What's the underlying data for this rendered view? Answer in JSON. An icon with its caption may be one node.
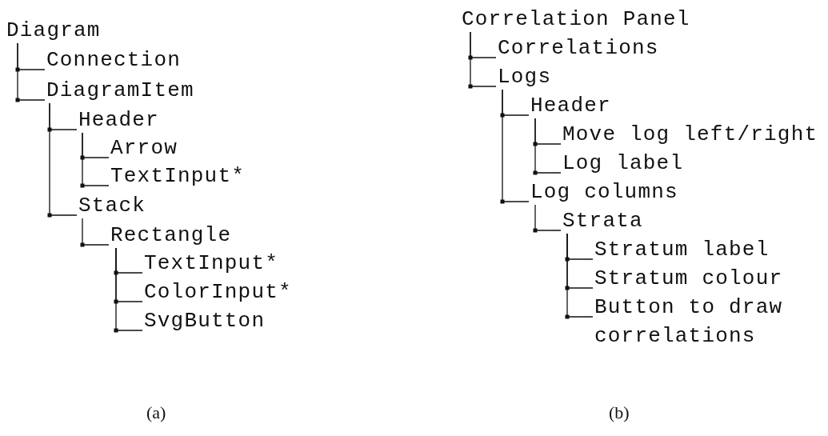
{
  "diagram": {
    "nodes": [
      {
        "text": [
          "Diagram"
        ]
      },
      {
        "text": [
          "Connection"
        ]
      },
      {
        "text": [
          "DiagramItem"
        ]
      },
      {
        "text": [
          "Header"
        ]
      },
      {
        "text": [
          "Arrow"
        ]
      },
      {
        "text": [
          "TextInput*"
        ]
      },
      {
        "text": [
          "Stack"
        ]
      },
      {
        "text": [
          "Rectangle"
        ]
      },
      {
        "text": [
          "TextInput*"
        ]
      },
      {
        "text": [
          "ColorInput*"
        ]
      },
      {
        "text": [
          "SvgButton"
        ]
      },
      {
        "text": [
          "Correlation Panel"
        ]
      },
      {
        "text": [
          "Correlations"
        ]
      },
      {
        "text": [
          "Logs"
        ]
      },
      {
        "text": [
          "Header"
        ]
      },
      {
        "text": [
          "Move log left/right"
        ]
      },
      {
        "text": [
          "Log label"
        ]
      },
      {
        "text": [
          "Log columns"
        ]
      },
      {
        "text": [
          "Strata"
        ]
      },
      {
        "text": [
          "Stratum label"
        ]
      },
      {
        "text": [
          "Stratum colour"
        ]
      },
      {
        "text": [
          "Button to draw correlations"
        ]
      }
    ],
    "edges": [
      {
        "from": 0,
        "to": 1,
        "arrow": "none"
      },
      {
        "from": 0,
        "to": 2,
        "arrow": "none"
      },
      {
        "from": 2,
        "to": 3,
        "arrow": "none"
      },
      {
        "from": 3,
        "to": 4,
        "arrow": "none"
      },
      {
        "from": 3,
        "to": 5,
        "arrow": "none"
      },
      {
        "from": 2,
        "to": 6,
        "arrow": "none"
      },
      {
        "from": 6,
        "to": 7,
        "arrow": "none"
      },
      {
        "from": 7,
        "to": 8,
        "arrow": "none"
      },
      {
        "from": 7,
        "to": 9,
        "arrow": "none"
      },
      {
        "from": 7,
        "to": 10,
        "arrow": "none"
      },
      {
        "from": 11,
        "to": 12,
        "arrow": "none"
      },
      {
        "from": 11,
        "to": 13,
        "arrow": "none"
      },
      {
        "from": 13,
        "to": 14,
        "arrow": "none"
      },
      {
        "from": 14,
        "to": 15,
        "arrow": "none"
      },
      {
        "from": 14,
        "to": 16,
        "arrow": "none"
      },
      {
        "from": 13,
        "to": 17,
        "arrow": "none"
      },
      {
        "from": 17,
        "to": 18,
        "arrow": "none"
      },
      {
        "from": 18,
        "to": 19,
        "arrow": "none"
      },
      {
        "from": 18,
        "to": 20,
        "arrow": "none"
      },
      {
        "from": 18,
        "to": 21,
        "arrow": "none"
      }
    ],
    "labels": [
      "(a)",
      "(b)"
    ]
  }
}
